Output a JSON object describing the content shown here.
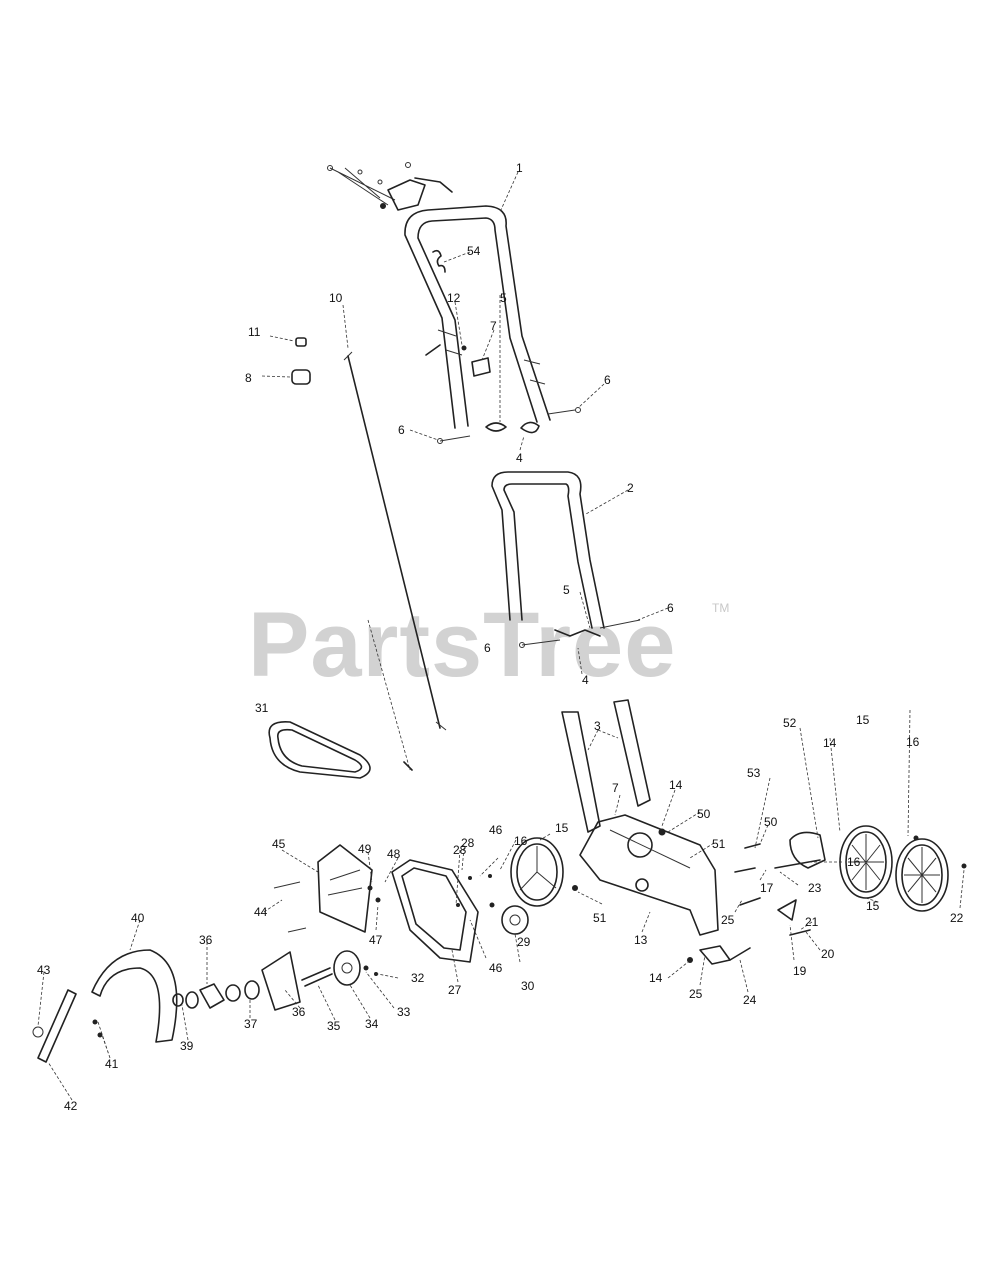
{
  "watermark": {
    "text": "PartsTree",
    "trademark": "TM",
    "color": "#d2d2d2"
  },
  "labels": {
    "l1": "1",
    "l2": "2",
    "l3": "3",
    "l4a": "4",
    "l4b": "4",
    "l5a": "5",
    "l5b": "5",
    "l6a": "6",
    "l6b": "6",
    "l6c": "6",
    "l6d": "6",
    "l7a": "7",
    "l7b": "7",
    "l8": "8",
    "l10": "10",
    "l11": "11",
    "l12": "12",
    "l13": "13",
    "l14a": "14",
    "l14b": "14",
    "l14c": "14",
    "l15a": "15",
    "l15b": "15",
    "l15c": "15",
    "l16a": "16",
    "l16b": "16",
    "l16c": "16",
    "l17": "17",
    "l19": "19",
    "l20": "20",
    "l21": "21",
    "l22": "22",
    "l23": "23",
    "l24": "24",
    "l25a": "25",
    "l25b": "25",
    "l27": "27",
    "l28a": "28",
    "l28b": "28",
    "l29": "29",
    "l30": "30",
    "l31": "31",
    "l32": "32",
    "l33": "33",
    "l34": "34",
    "l35": "35",
    "l36a": "36",
    "l36b": "36",
    "l37": "37",
    "l39": "39",
    "l40": "40",
    "l41": "41",
    "l42": "42",
    "l43": "43",
    "l44": "44",
    "l45": "45",
    "l46a": "46",
    "l46b": "46",
    "l47": "47",
    "l48": "48",
    "l49": "49",
    "l50a": "50",
    "l50b": "50",
    "l51a": "51",
    "l51b": "51",
    "l52": "52",
    "l53": "53",
    "l54": "54"
  }
}
